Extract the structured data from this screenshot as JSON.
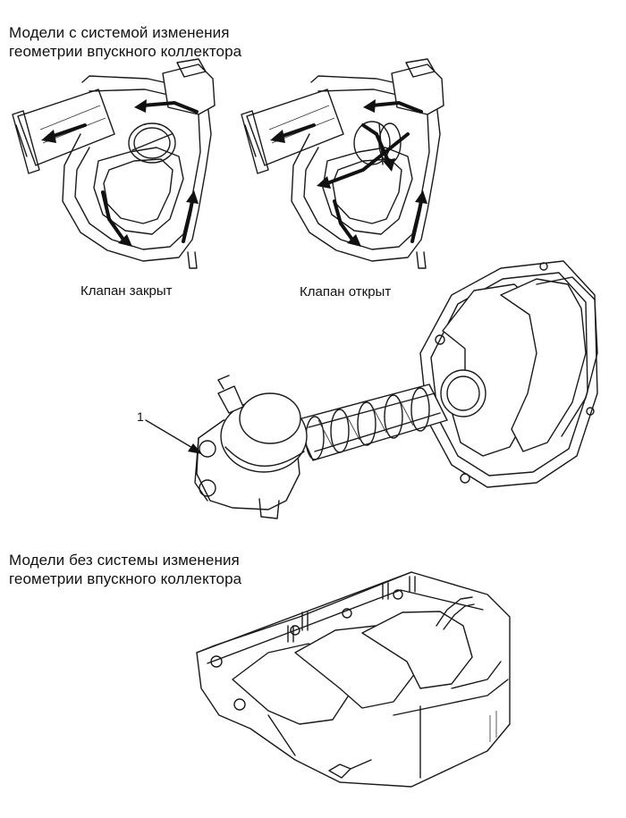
{
  "heading_top": {
    "line1": "Модели с системой изменения",
    "line2": "геометрии впускного коллектора"
  },
  "caption_closed": "Клапан закрыт",
  "caption_open": "Клапан открыт",
  "callout_number": "1",
  "heading_bottom": {
    "line1": "Модели без системы изменения",
    "line2": "геометрии впускного коллектора"
  }
}
